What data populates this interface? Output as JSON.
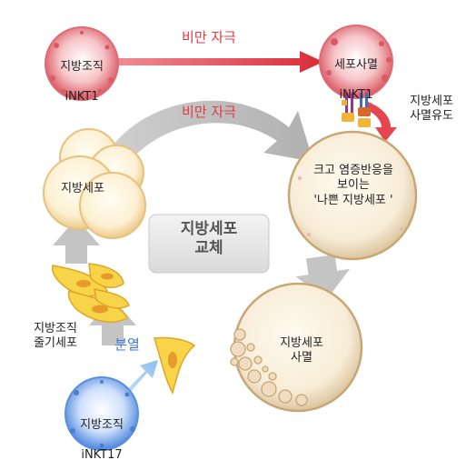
{
  "nodes": {
    "adipose_inkt1": {
      "line1": "지방조직",
      "line2": "iNKT1"
    },
    "dying_inkt1": {
      "line1": "세포사멸",
      "line2": "iNKT1"
    },
    "adipose_inkt17": {
      "line1": "지방조직",
      "line2": "iNKT17"
    },
    "fat_cluster": {
      "label": "지방세포"
    },
    "bad_fat_cell": {
      "label": "크고 염증반응을\n보이는\n'나쁜 지방세포 '"
    },
    "dead_fat_cell": {
      "label": "지방세포\n사멸"
    },
    "stem_cells": {
      "label": "지방조직\n줄기세포"
    },
    "center_box": {
      "label": "지방세포\n교체"
    }
  },
  "edges": {
    "obesity_top": "비만 자극",
    "obesity_arc": "비만 자극",
    "apoptosis_induce": "지방세포\n사멸유도",
    "division": "분열"
  },
  "colors": {
    "red_cell": "#e8707a",
    "blue_cell": "#6f9fe6",
    "fat_cell": "#fdebc2",
    "stem_cell": "#f9d64a",
    "arrow_red": "#e23a44",
    "arrow_gray": "#bdbdbd",
    "label_red": "#e23a44",
    "label_blue": "#3d7ad8"
  }
}
